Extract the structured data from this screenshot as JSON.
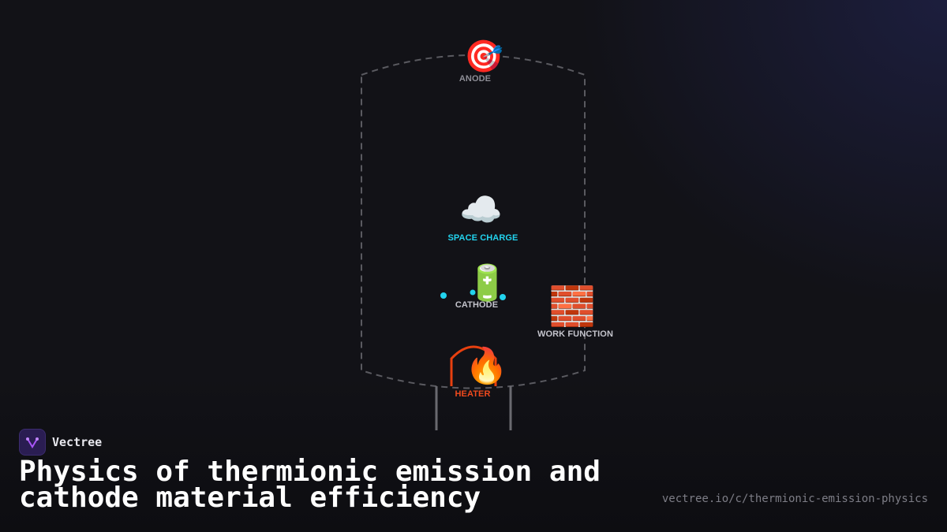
{
  "diagram": {
    "components": [
      {
        "id": "anode",
        "label": "ANODE",
        "icon": "target-icon",
        "color": "#8e8e96"
      },
      {
        "id": "space_charge",
        "label": "SPACE CHARGE",
        "icon": "cloud-icon",
        "color": "#22d3ee"
      },
      {
        "id": "cathode",
        "label": "CATHODE",
        "icon": "battery-icon",
        "color": "#c4c4cc"
      },
      {
        "id": "work_function",
        "label": "WORK FUNCTION",
        "icon": "brick-wall-icon",
        "color": "#c4c4cc"
      },
      {
        "id": "heater",
        "label": "HEATER",
        "icon": "fire-icon",
        "color": "#f04a1d"
      }
    ],
    "electron_color": "#22d3ee",
    "tube_outline_color": "#5a5a60"
  },
  "brand": {
    "name": "Vectree",
    "icon": "vectree-logo-icon",
    "accent": "#a855f7"
  },
  "title": "Physics of thermionic emission and cathode material efficiency",
  "url": "vectree.io/c/thermionic-emission-physics"
}
